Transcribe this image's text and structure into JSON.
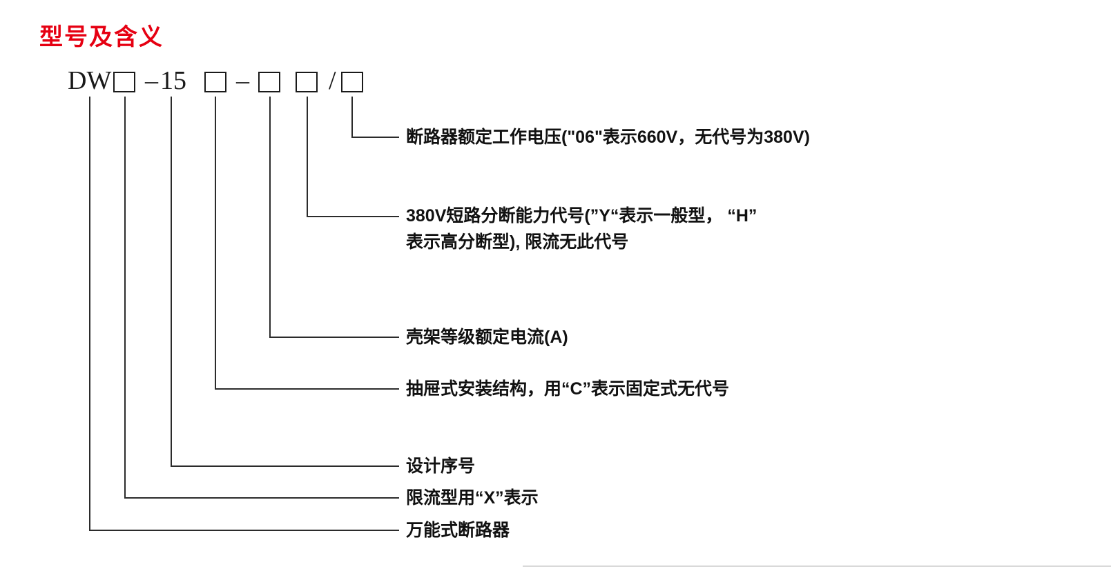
{
  "page": {
    "title": "型号及含义"
  },
  "colors": {
    "title_red": "#e60012",
    "text": "#111111",
    "line": "#2b2b2b"
  },
  "model_code": {
    "prefix": "DW",
    "dash1": "–",
    "design_series": "15",
    "dash2": "–",
    "slash": "/"
  },
  "annotations": [
    {
      "text": "断路器额定工作电压(\"06\"表示660V，无代号为380V)"
    },
    {
      "line1": "380V短路分断能力代号(”Y“表示一般型， “H”",
      "line2": "表示高分断型), 限流无此代号"
    },
    {
      "text": "壳架等级额定电流(A)"
    },
    {
      "text": "抽屉式安装结构，用“C”表示固定式无代号"
    },
    {
      "text": "设计序号"
    },
    {
      "text": "限流型用“X”表示"
    },
    {
      "text": "万能式断路器"
    }
  ]
}
